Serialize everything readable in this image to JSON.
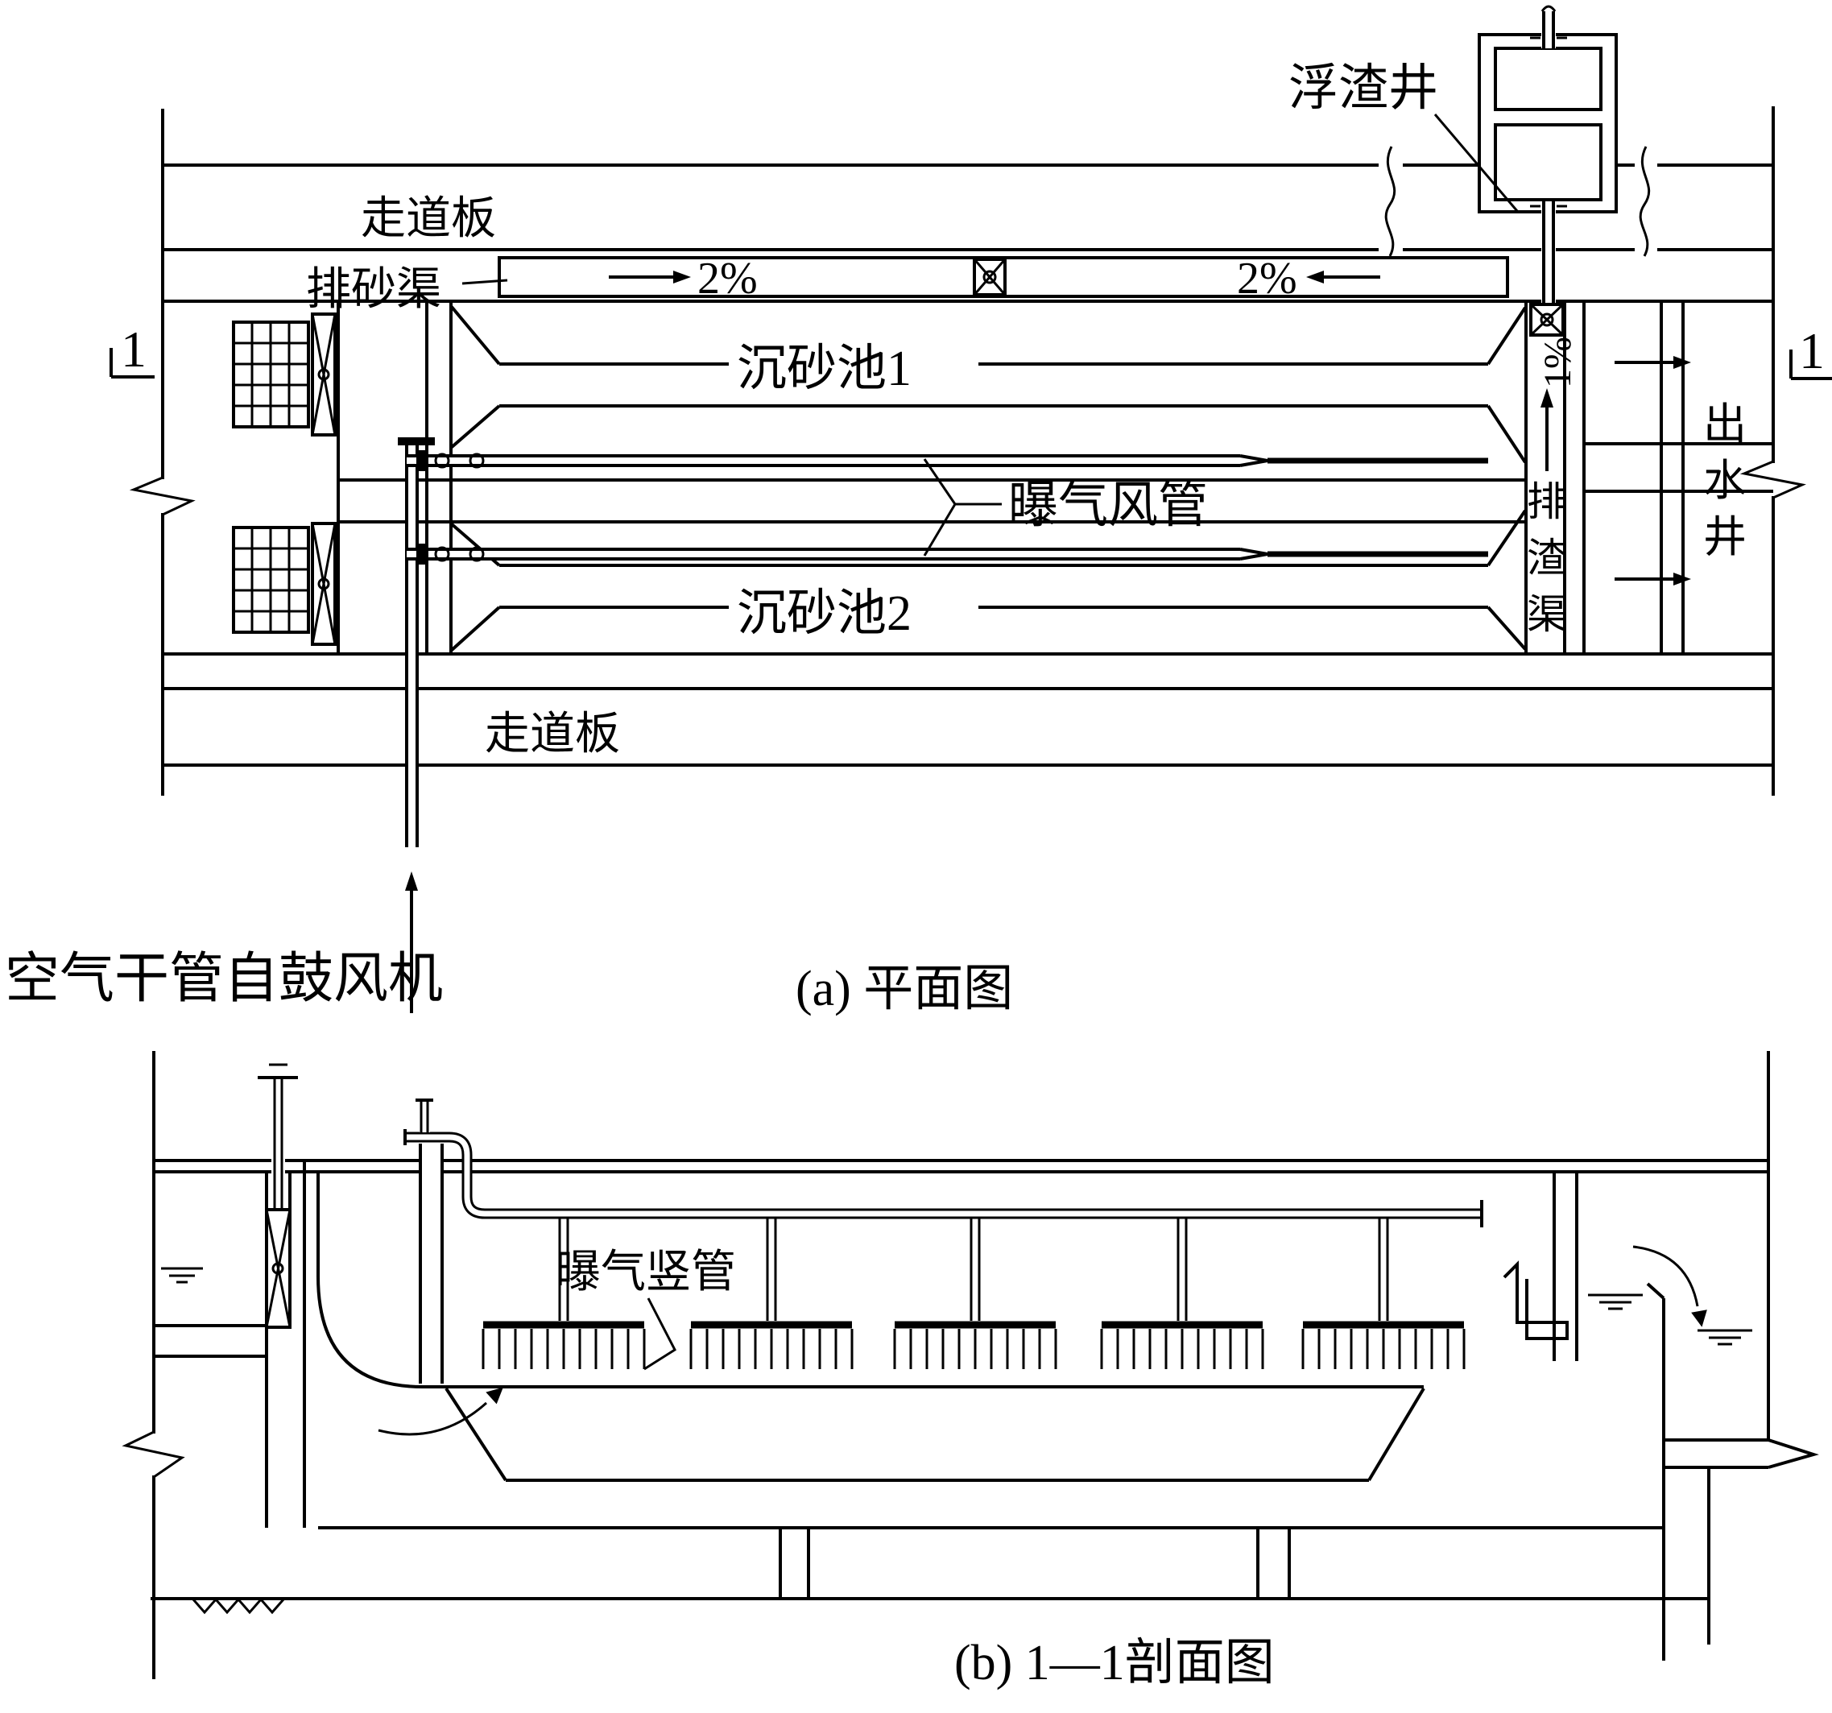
{
  "colors": {
    "line": "#000000",
    "background": "#ffffff"
  },
  "plan": {
    "caption": "(a) 平面图",
    "walkway_top": "走道板",
    "walkway_bottom": "走道板",
    "sand_channel": "排砂渠",
    "slope_left": "2%",
    "slope_right": "2%",
    "grit1": "沉砂池1",
    "grit2": "沉砂池2",
    "aeration_pipe": "曝气风管",
    "scum_well": "浮渣井",
    "slag_slope": "1%",
    "slag_channel_chars": [
      "排",
      "渣",
      "渠"
    ],
    "outlet_well_chars": [
      "出",
      "水",
      "井"
    ],
    "air_main": "空气干管自鼓风机",
    "section_marker": "1"
  },
  "section": {
    "caption": "(b) 1—1剖面图",
    "aeration_riser": "曝气竖管"
  }
}
